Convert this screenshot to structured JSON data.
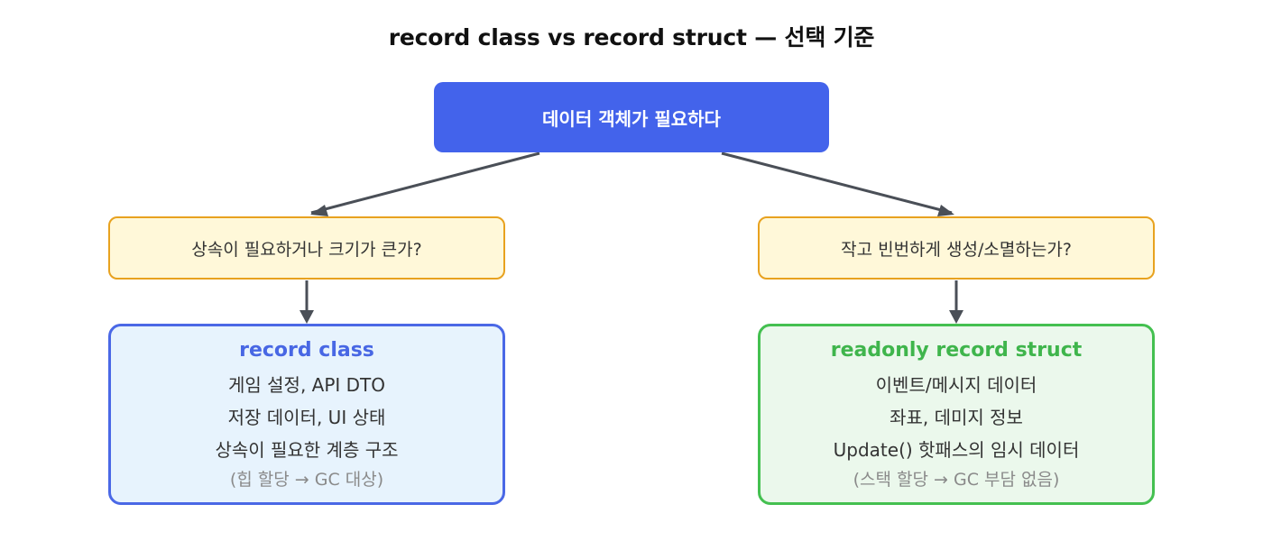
{
  "title": "record class vs record struct — 선택 기준",
  "root": {
    "label": "데이터 객체가 필요하다"
  },
  "questions": {
    "left": "상속이 필요하거나 크기가 큰가?",
    "right": "작고 빈번하게 생성/소멸하는가?"
  },
  "results": {
    "left": {
      "title": "record class",
      "lines": [
        "게임 설정, API DTO",
        "저장 데이터, UI 상태",
        "상속이 필요한 계층 구조"
      ],
      "note": "(힙 할당 → GC 대상)"
    },
    "right": {
      "title": "readonly record struct",
      "lines": [
        "이벤트/메시지 데이터",
        "좌표, 데미지 정보",
        "Update() 핫패스의 임시 데이터"
      ],
      "note": "(스택 할당 → GC 부담 없음)"
    }
  },
  "colors": {
    "root_fill": "#4363eb",
    "question_fill": "#fff8d9",
    "question_border": "#e8a21f",
    "class_fill": "#e7f3fd",
    "class_border": "#4a68e6",
    "struct_fill": "#ebf8ec",
    "struct_border": "#44c050",
    "arrow": "#4a4f57"
  }
}
